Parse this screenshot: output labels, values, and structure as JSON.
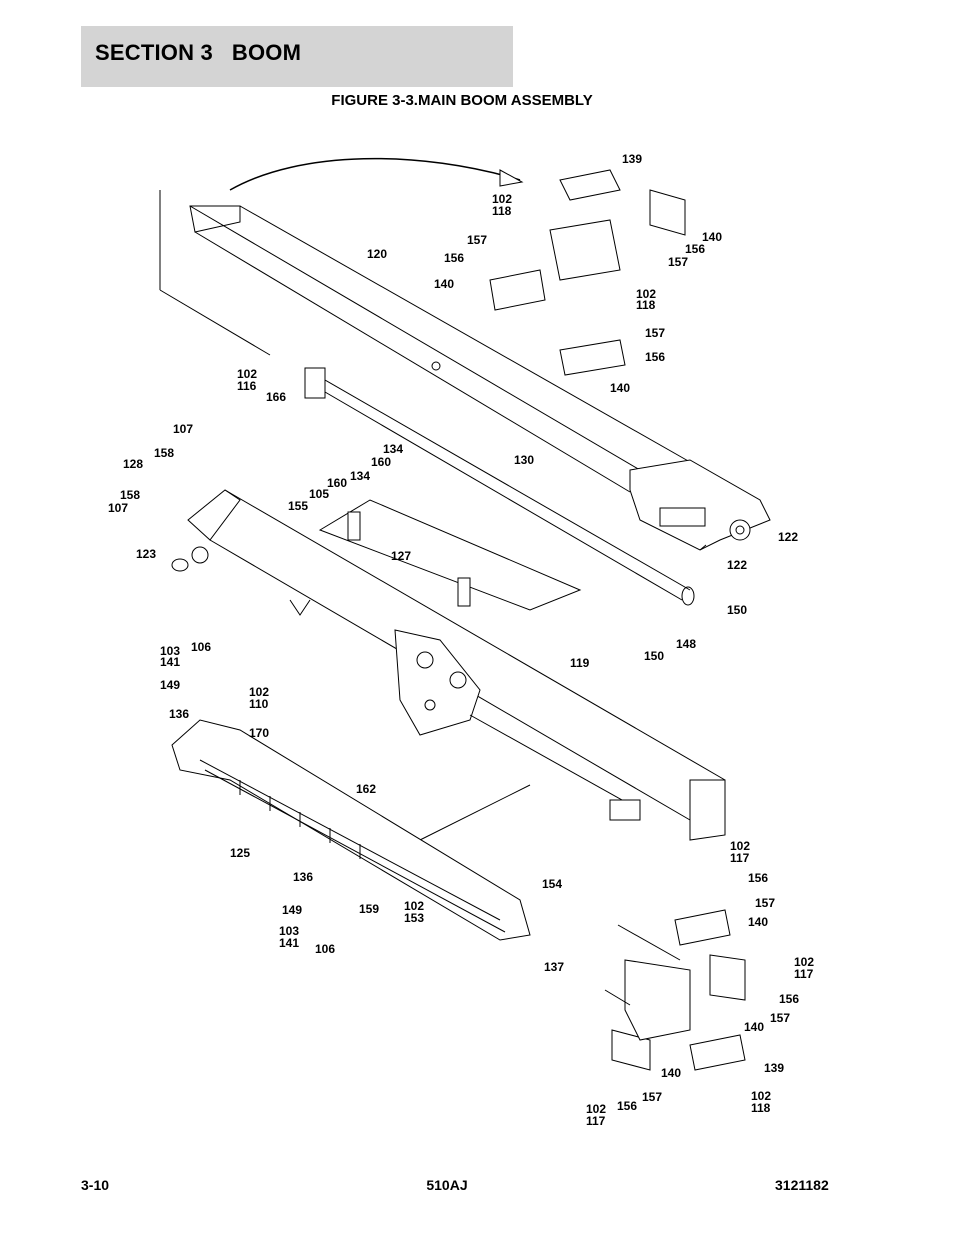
{
  "header": {
    "section_title": "SECTION 3   BOOM",
    "figure_title": "FIGURE 3-3.MAIN BOOM ASSEMBLY"
  },
  "diagram": {
    "callouts": [
      "139",
      "102",
      "118",
      "140",
      "156",
      "157",
      "156",
      "157",
      "140",
      "120",
      "102",
      "118",
      "157",
      "156",
      "140",
      "102",
      "116",
      "166",
      "107",
      "158",
      "128",
      "134",
      "160",
      "130",
      "134",
      "160",
      "105",
      "155",
      "158",
      "107",
      "127",
      "122",
      "123",
      "122",
      "150",
      "148",
      "150",
      "103",
      "141",
      "106",
      "149",
      "102",
      "110",
      "119",
      "136",
      "170",
      "162",
      "125",
      "102",
      "117",
      "156",
      "157",
      "140",
      "136",
      "154",
      "149",
      "159",
      "102",
      "153",
      "103",
      "141",
      "106",
      "137",
      "102",
      "117",
      "156",
      "157",
      "140",
      "139",
      "140",
      "102",
      "118",
      "102",
      "117",
      "156",
      "157"
    ]
  },
  "footer": {
    "page_number": "3-10",
    "model": "510AJ",
    "part_number": "3121182"
  }
}
